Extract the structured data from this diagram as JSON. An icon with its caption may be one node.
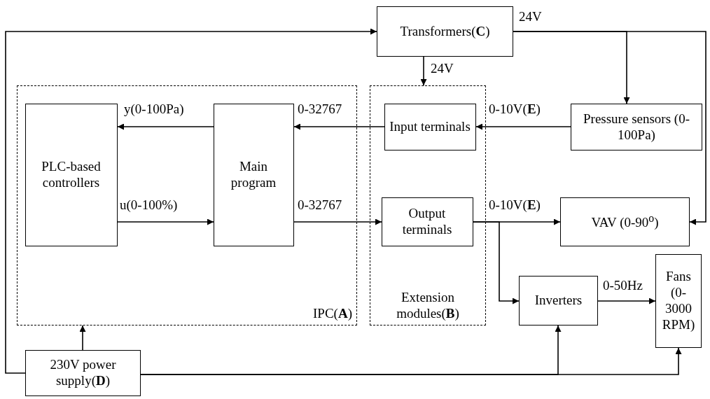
{
  "diagram": {
    "nodes": [
      {
        "text": [
          "Transformers(**C**)"
        ]
      },
      {
        "text": [
          "IPC(**A**)"
        ]
      },
      {
        "text": [
          "PLC-based controllers"
        ],
        "in": 1
      },
      {
        "text": [
          "Main program"
        ],
        "in": 1
      },
      {
        "text": [
          "Extension modules(**B**)"
        ]
      },
      {
        "text": [
          "Input terminals"
        ],
        "in": 4
      },
      {
        "text": [
          "Output terminals"
        ],
        "in": 4
      },
      {
        "text": [
          "Pressure sensors (0-100Pa)"
        ]
      },
      {
        "text": [
          "VAV (0-90$^{o}$)"
        ]
      },
      {
        "text": [
          "Inverters"
        ]
      },
      {
        "text": [
          "Fans (0-3000 RPM)"
        ]
      },
      {
        "text": [
          "230V power supply(**D**)"
        ]
      }
    ],
    "edges": [
      {
        "from": 11,
        "to": 0,
        "arrow": "to"
      },
      {
        "from": 0,
        "to": 4,
        "arrow": "to",
        "label": "24V"
      },
      {
        "from": 0,
        "to": 7,
        "arrow": "to",
        "label": "24V"
      },
      {
        "from": 0,
        "to": 8,
        "arrow": "to"
      },
      {
        "from": 7,
        "to": 5,
        "arrow": "to",
        "label": "0-10V(**E**)"
      },
      {
        "from": 5,
        "to": 3,
        "arrow": "to",
        "label": "0-32767"
      },
      {
        "from": 3,
        "to": 2,
        "arrow": "to",
        "label": "y(0-100Pa)"
      },
      {
        "from": 2,
        "to": 3,
        "arrow": "to",
        "label": "u(0-100%)"
      },
      {
        "from": 3,
        "to": 6,
        "arrow": "to",
        "label": "0-32767"
      },
      {
        "from": 6,
        "to": 8,
        "arrow": "to",
        "label": "0-10V(**E**)"
      },
      {
        "from": 6,
        "to": 9,
        "arrow": "to"
      },
      {
        "from": 9,
        "to": 10,
        "arrow": "to",
        "label": "0-50Hz"
      },
      {
        "from": 11,
        "to": 1,
        "arrow": "to"
      },
      {
        "from": 11,
        "to": 9,
        "arrow": "to"
      },
      {
        "from": 11,
        "to": 10,
        "arrow": "to"
      }
    ]
  }
}
